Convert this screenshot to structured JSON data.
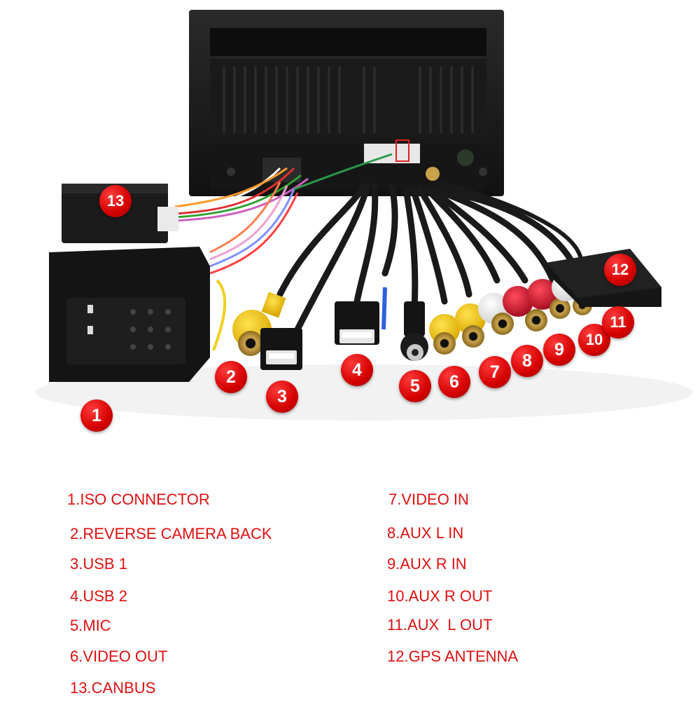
{
  "badges": [
    "1",
    "2",
    "3",
    "4",
    "5",
    "6",
    "7",
    "8",
    "9",
    "10",
    "11",
    "12",
    "13"
  ],
  "legend_left": [
    "1.ISO CONNECTOR",
    "2.REVERSE CAMERA BACK",
    "3.USB 1",
    "4.USB 2",
    "5.MIC",
    "6.VIDEO OUT",
    "13.CANBUS"
  ],
  "legend_right": [
    "7.VIDEO IN",
    "8.AUX L IN",
    "9.AUX R IN",
    "10.AUX R OUT",
    "11.AUX  L OUT",
    "12.GPS ANTENNA"
  ],
  "colors": {
    "label_red": "#e01010",
    "badge_red": "#d40000",
    "rca_yellow": "#f2c400",
    "rca_red": "#c8102e",
    "rca_white": "#f0f0f0",
    "unit_black": "#141414"
  }
}
